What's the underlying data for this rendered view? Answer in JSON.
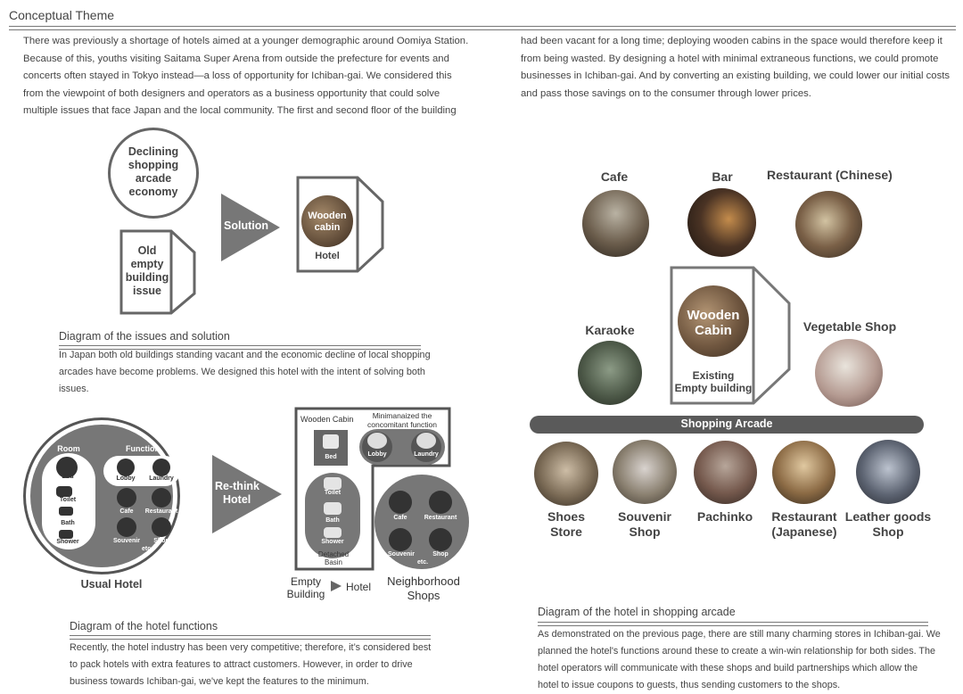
{
  "header": {
    "title": "Conceptual Theme"
  },
  "intro": {
    "left_lines": [
      "There was previously a shortage of hotels aimed at a younger demographic around Oomiya Station.",
      "Because of this, youths visiting Saitama Super Arena from outside the prefecture for events and",
      "concerts often stayed in Tokyo instead—a loss of opportunity for Ichiban-gai. We considered this",
      " from the viewpoint of both designers and operators as a business opportunity that could solve",
      "multiple issues that face Japan and the local community. The first and second floor of the building"
    ],
    "right_lines": [
      "had been vacant for a long time; deploying wooden cabins in the space would therefore keep it",
      "from being wasted. By designing a hotel with minimal extraneous functions, we could promote",
      "businesses in Ichiban-gai. And by converting an existing building, we could lower our initial costs",
      "and pass those savings on to the consumer through lower prices."
    ]
  },
  "issues_diagram": {
    "declining": [
      "Declining",
      "shopping",
      "arcade",
      "economy"
    ],
    "old_building": [
      "Old",
      "empty",
      "building",
      "issue"
    ],
    "solution": "Solution",
    "wooden_cabin": [
      "Wooden",
      "cabin"
    ],
    "hotel": "Hotel",
    "caption_title": "Diagram of the issues and solution",
    "caption_lines": [
      "In Japan both old buildings standing vacant and the economic decline of local shopping",
      "arcades have become problems. We designed this hotel with the intent of solving both",
      "issues."
    ]
  },
  "functions_diagram": {
    "room": "Room",
    "function": "Function",
    "bed": "Bed",
    "toilet": "Toilet",
    "bath": "Bath",
    "shower": "Shower",
    "lobby": "Lobby",
    "laundry": "Laundry",
    "cafe": "Cafe",
    "restaurant": "Restaurant",
    "souvenir": "Souvenir",
    "shop": "Shop",
    "etc": "etc.",
    "usual_hotel": "Usual Hotel",
    "rethink": [
      "Re-think",
      "Hotel"
    ],
    "wooden_cabin": "Wooden Cabin",
    "minimized": [
      "Minimanaized the",
      "concomitant function"
    ],
    "detached_basin": [
      "Detached",
      "Basin"
    ],
    "empty_building": [
      "Empty",
      "Building"
    ],
    "arrow_hotel": "Hotel",
    "neighborhood": [
      "Neighborhood",
      "Shops"
    ],
    "caption_title": "Diagram of the hotel functions",
    "caption_lines": [
      "Recently, the hotel industry has been very competitive; therefore, it’s considered best",
      "to pack hotels with extra features to attract customers. However, in order to drive",
      "business towards Ichiban-gai, we've kept the features to the minimum."
    ]
  },
  "arcade_diagram": {
    "top": [
      "Cafe",
      "Bar",
      "Restaurant  (Chinese)"
    ],
    "karaoke": "Karaoke",
    "vegetable": "Vegetable Shop",
    "cabin": [
      "Wooden",
      "Cabin"
    ],
    "existing": [
      "Existing",
      "Empty building"
    ],
    "arcade_bar": "Shopping Arcade",
    "bottom": [
      [
        "Shoes",
        "Store"
      ],
      [
        "Souvenir",
        "Shop"
      ],
      [
        "Pachinko",
        ""
      ],
      [
        "Restaurant",
        "(Japanese)"
      ],
      [
        "Leather goods",
        "Shop"
      ]
    ],
    "caption_title": "Diagram of the hotel in shopping arcade",
    "caption_lines": [
      "As demonstrated on the previous page, there are still many charming stores in Ichiban-gai. We",
      "planned the hotel's functions around these to create a win-win relationship for both sides. The",
      "hotel operators will communicate with these shops and build partnerships which allow the",
      "hotel to issue coupons to guests, thus sending customers to the shops."
    ]
  }
}
